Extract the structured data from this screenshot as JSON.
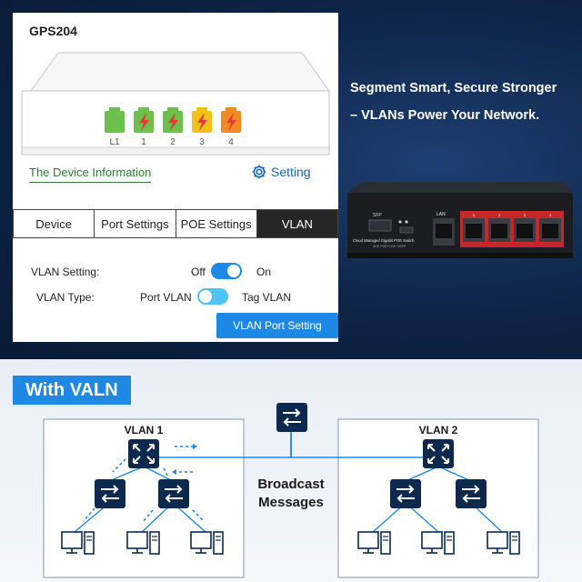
{
  "app": {
    "device_name": "GPS204",
    "ports": [
      "L1",
      "1",
      "2",
      "3",
      "4"
    ],
    "device_info_link": "The Device Information",
    "setting_link": "Setting",
    "tabs": [
      {
        "label": "Device",
        "active": false
      },
      {
        "label": "Port Settings",
        "active": false
      },
      {
        "label": "POE Settings",
        "active": false
      },
      {
        "label": "VLAN",
        "active": true
      }
    ],
    "vlan_setting": {
      "label": "VLAN Setting:",
      "off_label": "Off",
      "on_label": "On",
      "state": "on"
    },
    "vlan_type": {
      "label": "VLAN Type:",
      "port_label": "Port VLAN",
      "tag_label": "Tag VLAN",
      "state": "port"
    },
    "vlan_port_button": "VLAN Port Setting"
  },
  "headline": {
    "line1": "Segment Smart, Secure Stronger",
    "line2": "– VLANs Power Your Network."
  },
  "hardware": {
    "sfp": "SFP",
    "lan": "LAN",
    "brand_line": "Cloud Managed Gigabit POE Switch",
    "model_line": "4GE POE+1GE+1SFP",
    "port_numbers": [
      "1",
      "2",
      "3",
      "4"
    ]
  },
  "diagram": {
    "badge": "With VALN",
    "vlan1": "VLAN 1",
    "vlan2": "VLAN 2",
    "broadcast_line1": "Broadcast",
    "broadcast_line2": "Messages"
  },
  "colors": {
    "accent_blue": "#1e88e5",
    "port_green": "#6ac04a",
    "port_yellow": "#f2c21b",
    "port_orange": "#f08a24",
    "port_red_bolt": "#e53935",
    "node_navy": "#0d2a4e"
  }
}
